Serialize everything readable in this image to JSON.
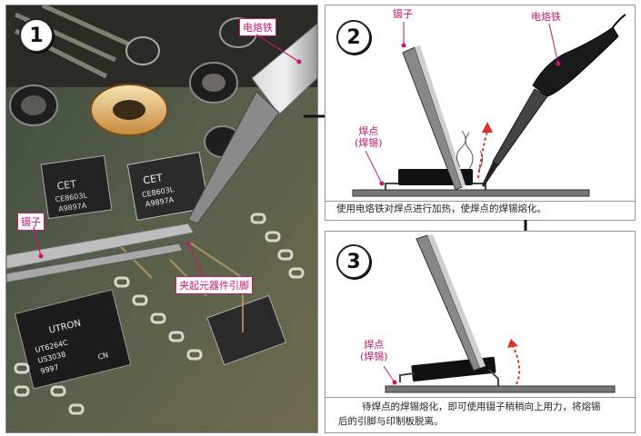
{
  "photo": {
    "step_number": "1",
    "labels": {
      "soldering_iron": "电烙铁",
      "tweezers": "镊子",
      "clamp_pin": "夹起元器件引脚"
    },
    "chip_texts": [
      "CET",
      "CE8603L",
      "A9897A",
      "CET",
      "CE8603L",
      "A9897A",
      "UTRON",
      "UT6264C",
      "US3038",
      "9997",
      "CN"
    ]
  },
  "step2": {
    "step_number": "2",
    "tweezers_label": "镊子",
    "iron_label": "电烙铁",
    "solder_label_line1": "焊点",
    "solder_label_line2": "(焊锡)",
    "caption": "使用电烙铁对焊点进行加热，使焊点的焊锡熔化。"
  },
  "step3": {
    "step_number": "3",
    "solder_label_line1": "焊点",
    "solder_label_line2": "(焊锡)",
    "caption_line1": "待焊点的焊锡熔化，即可使用镊子稍稍向上用力，将熔锡",
    "caption_line2": "后的引脚与印制板脱离。"
  },
  "colors": {
    "label_pink": "#c2186e",
    "arrow_red": "#e0302a",
    "pcb_green": "#5b7a4f",
    "pcb_gold": "#b89a4c"
  }
}
